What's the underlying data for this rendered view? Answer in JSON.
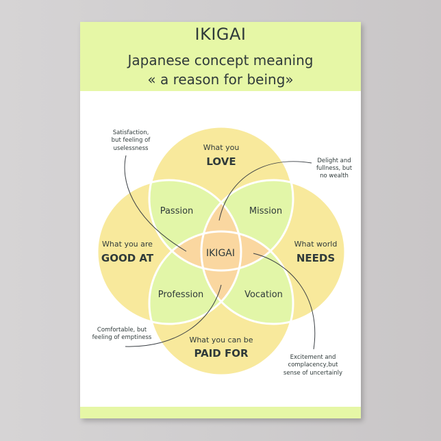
{
  "header": {
    "title": "IKIGAI",
    "subtitle_line1": "Japanese concept meaning",
    "subtitle_line2": "« a reason for being»"
  },
  "circles": {
    "love": {
      "line1": "What you",
      "line2": "LOVE"
    },
    "good_at": {
      "line1": "What you are",
      "line2": "GOOD AT"
    },
    "needs": {
      "line1": "What world",
      "line2": "NEEDS"
    },
    "paid_for": {
      "line1": "What you can be",
      "line2": "PAID FOR"
    }
  },
  "overlaps": {
    "passion": "Passion",
    "mission": "Mission",
    "profession": "Profession",
    "vocation": "Vocation",
    "center": "IKIGAI"
  },
  "annotations": {
    "top_left": [
      "Satisfaction,",
      "but feeling of",
      "uselessness"
    ],
    "top_right": [
      "Delight and",
      "fullness, but",
      "no wealth"
    ],
    "bottom_left": [
      "Comfortable, but",
      "feeling of emptiness"
    ],
    "bottom_right": [
      "Excitement and",
      "complacency,but",
      "sense of uncertainly"
    ]
  },
  "colors": {
    "circle_yellow": "#f8e99c",
    "overlap_green": "#e2f6a8",
    "overlap_orange": "#fad7a0",
    "header_green": "#e6f7a6",
    "text_dark": "#2f3a3a"
  }
}
